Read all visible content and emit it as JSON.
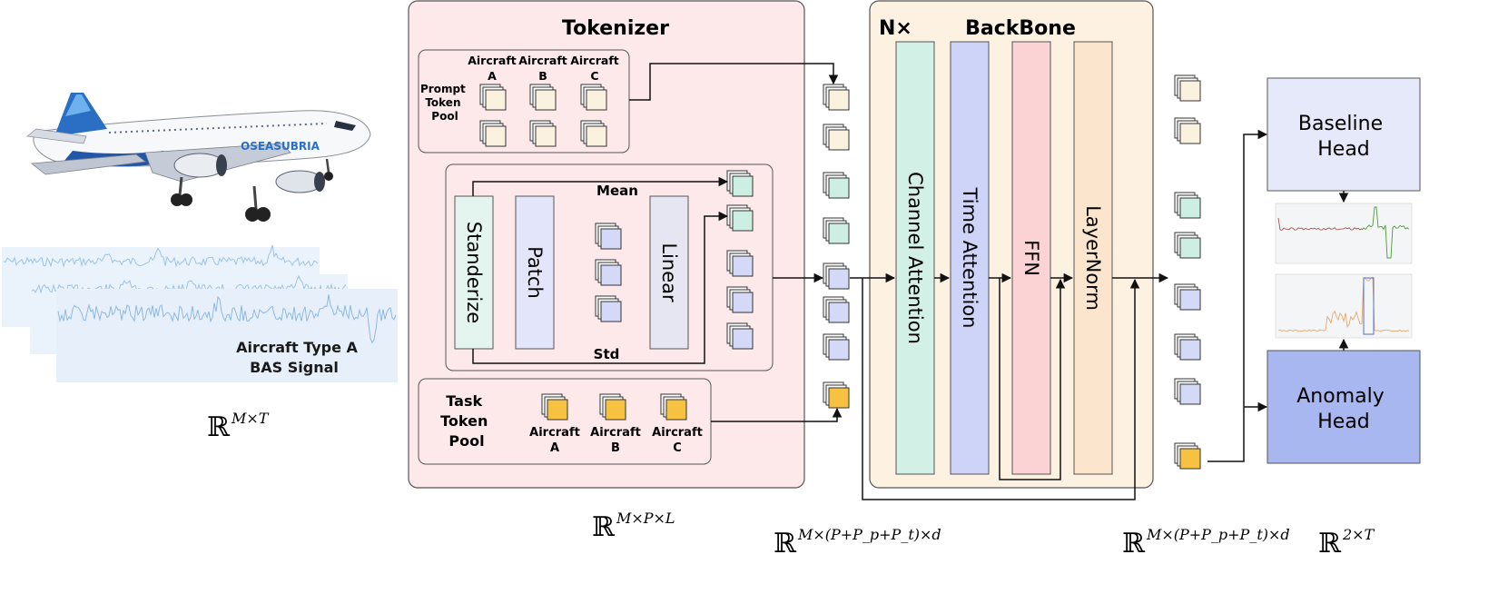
{
  "tokenizer": {
    "title": "Tokenizer",
    "prompt_pool": {
      "title": [
        "Prompt",
        "Token",
        "Pool"
      ],
      "aircraft": [
        {
          "line1": "Aircraft",
          "line2": "A"
        },
        {
          "line1": "Aircraft",
          "line2": "B"
        },
        {
          "line1": "Aircraft",
          "line2": "C"
        }
      ]
    },
    "blocks": {
      "standerize": "Standerize",
      "patch": "Patch",
      "linear": "Linear",
      "mean": "Mean",
      "std": "Std"
    },
    "task_pool": {
      "title": [
        "Task",
        "Token",
        "Pool"
      ],
      "aircraft": [
        {
          "line1": "Aircraft",
          "line2": "A"
        },
        {
          "line1": "Aircraft",
          "line2": "B"
        },
        {
          "line1": "Aircraft",
          "line2": "C"
        }
      ]
    }
  },
  "backbone": {
    "repeat": "N×",
    "title": "BackBone",
    "layers": [
      "Channel Attention",
      "Time Attention",
      "FFN",
      "LayerNorm"
    ]
  },
  "input": {
    "caption_line1": "Aircraft Type A",
    "caption_line2": "BAS Signal",
    "livery_text": "OSEASUBRIA",
    "dim": {
      "base": "ℝ",
      "sup": "M×T"
    }
  },
  "heads": {
    "baseline": [
      "Baseline",
      "Head"
    ],
    "anomaly": [
      "Anomaly",
      "Head"
    ]
  },
  "dims": {
    "tokenizer_out": {
      "base": "ℝ",
      "sup": "M×P×L"
    },
    "tokens": {
      "base": "ℝ",
      "sup": "M×(P+P_p+P_t)×d"
    },
    "backbone_out": {
      "base": "ℝ",
      "sup": "M×(P+P_p+P_t)×d"
    },
    "head_out": {
      "base": "ℝ",
      "sup": "2×T"
    }
  },
  "colors": {
    "tokenizer_bg": "#fde9ea",
    "backbone_bg": "#fdf1e2",
    "prompt_token": "#fbf1df",
    "patch_token": "#d3d9f7",
    "mean_token": "#cdeee3",
    "task_token": "#f7c242",
    "channel_attention": "#d2f0e6",
    "time_attention": "#cdd4f7",
    "ffn": "#fbd3d5",
    "layernorm": "#fbe5cc",
    "baseline_head": "#e5e9f9",
    "anomaly_head": "#a8b7f0",
    "signal": "#9cc3e6"
  }
}
